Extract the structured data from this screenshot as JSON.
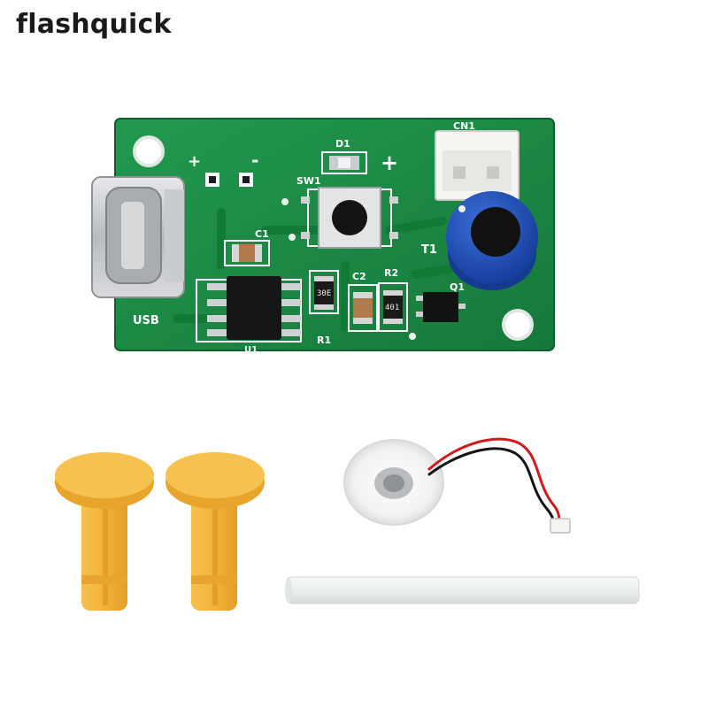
{
  "watermark": {
    "text": "flashquick"
  },
  "pcb": {
    "color": "#1c8a45",
    "silkscreen": {
      "plus_left": "+",
      "minus": "-",
      "d1": "D1",
      "plus_right": "+",
      "sw1": "SW1",
      "cn1": "CN1",
      "c1": "C1",
      "c2": "C2",
      "r2": "R2",
      "q1": "Q1",
      "t1": "T1",
      "r1": "R1",
      "u1": "U1",
      "usb": "USB",
      "resistor_code": "30E",
      "resistor_code_2": "401"
    }
  },
  "accessories": {
    "stand_color": "#f2b43a",
    "cotton_stick_color": "#eef1f1",
    "mist_disc_color": "#ffffff",
    "wire_colors": [
      "#d11b1b",
      "#141414"
    ]
  }
}
